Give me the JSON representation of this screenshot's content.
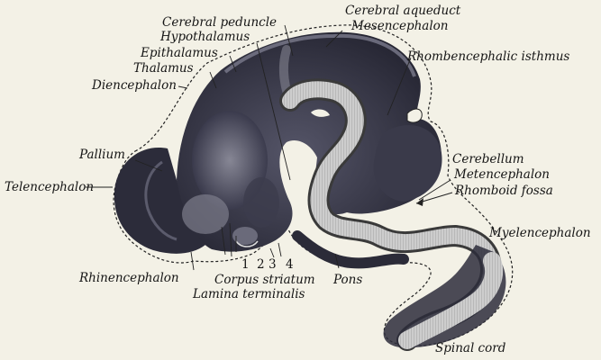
{
  "labels": {
    "cerebral_peduncle": "Cerebral peduncle",
    "hypothalamus": "Hypothalamus",
    "epithalamus": "Epithalamus",
    "thalamus": "Thalamus",
    "diencephalon": "Diencephalon",
    "cerebral_aqueduct": "Cerebral aqueduct",
    "mesencephalon": "Mesencephalon",
    "rhombencephalic_isthmus": "Rhombencephalic isthmus",
    "pallium": "Pallium",
    "telencephalon": "Telencephalon",
    "cerebellum": "Cerebellum",
    "metencephalon": "Metencephalon",
    "rhomboid_fossa": "Rhomboid fossa",
    "myelencephalon": "Myelencephalon",
    "rhinencephalon": "Rhinencephalon",
    "corpus_striatum": "Corpus striatum",
    "lamina_terminalis": "Lamina terminalis",
    "pons": "Pons",
    "spinal_cord": "Spinal cord"
  },
  "numbers": [
    "1",
    "2",
    "3",
    "4"
  ],
  "colors": {
    "background": "#f3f1e6",
    "tissue_dark": "#2c2c3a",
    "tissue_mid": "#55556a",
    "tissue_light": "#8a8a98",
    "canal": "#c2c2c2",
    "ink": "#151515"
  }
}
